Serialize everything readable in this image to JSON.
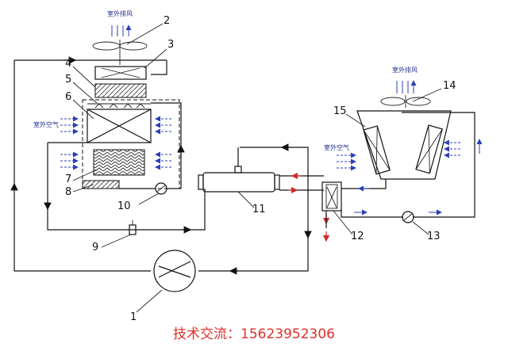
{
  "labels": {
    "n1": "1",
    "n2": "2",
    "n3": "3",
    "n4": "4",
    "n5": "5",
    "n6": "6",
    "n7": "7",
    "n8": "8",
    "n9": "9",
    "n10": "10",
    "n11": "11",
    "n12": "12",
    "n13": "13",
    "n14": "14",
    "n15": "15"
  },
  "annotations": {
    "exhaust_left": "室外排风",
    "exhaust_right": "室外排风",
    "air_left": "室外空气",
    "air_right": "室外空气"
  },
  "contact": "技术交流：15623952306",
  "colors": {
    "line": "#111111",
    "blue_arrow": "#2c3fb5",
    "red_arrow": "#d12a2a",
    "contact": "#e0302a"
  }
}
